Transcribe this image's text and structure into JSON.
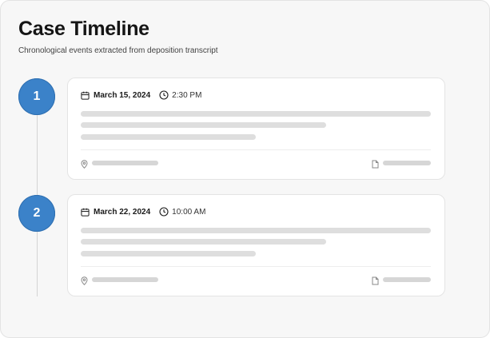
{
  "header": {
    "title": "Case Timeline",
    "subtitle": "Chronological events extracted from deposition transcript"
  },
  "events": [
    {
      "number": "1",
      "date": "March 15, 2024",
      "time": "2:30 PM"
    },
    {
      "number": "2",
      "date": "March 22, 2024",
      "time": "10:00 AM"
    }
  ],
  "colors": {
    "accent": "#3b82c9",
    "background": "#f7f7f7",
    "card": "#ffffff",
    "skeleton": "#dedede"
  },
  "icons": {
    "date": "calendar-icon",
    "time": "clock-icon",
    "location": "location-pin-icon",
    "document": "document-icon"
  }
}
